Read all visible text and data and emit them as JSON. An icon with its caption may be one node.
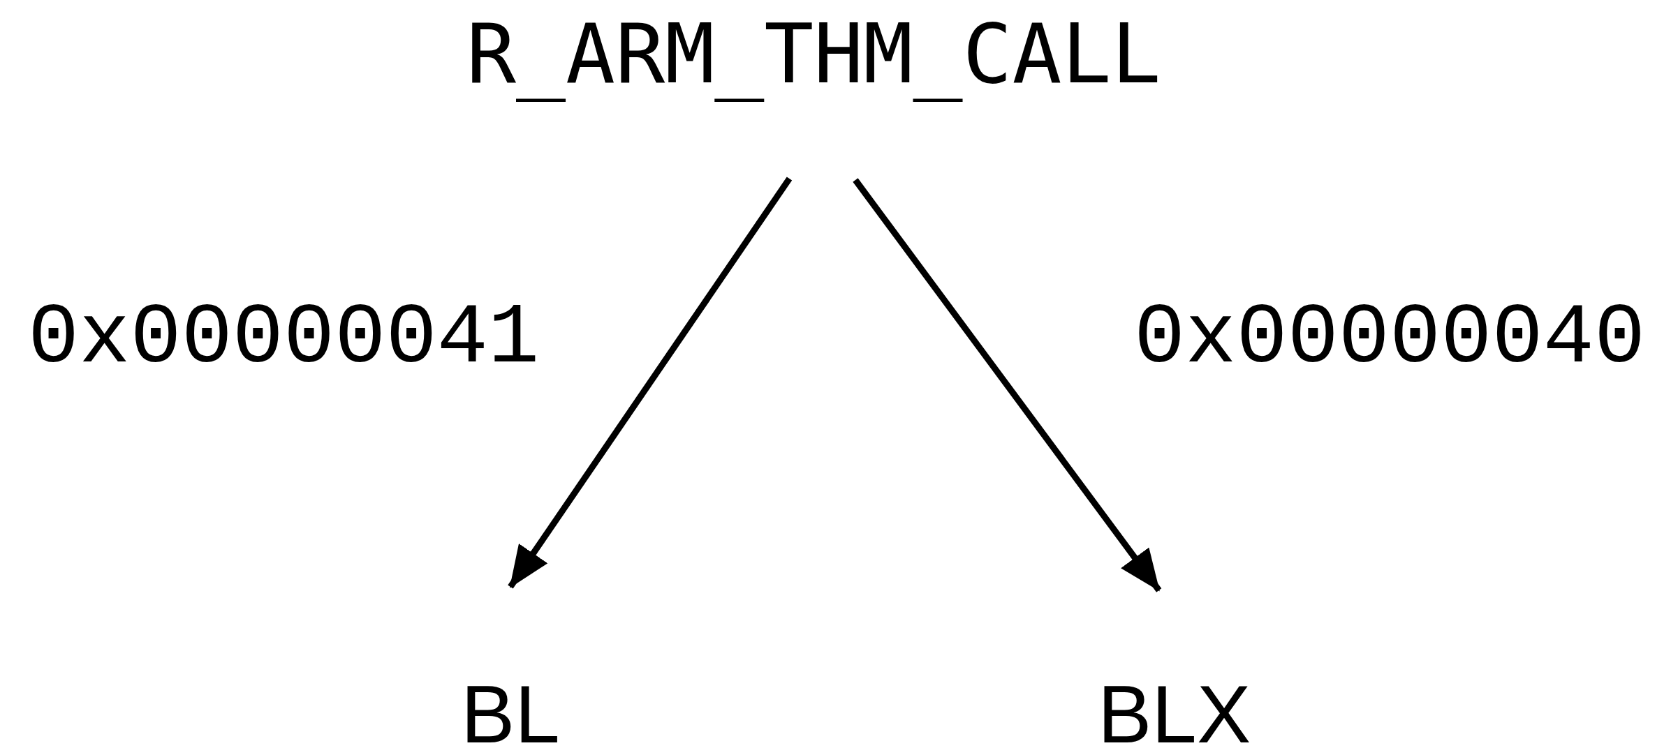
{
  "diagram": {
    "nodes": [
      {
        "text": [
          "R_ARM_THM_CALL"
        ]
      },
      {
        "text": [
          "BL"
        ]
      },
      {
        "text": [
          "BLX"
        ]
      }
    ],
    "edges": [
      {
        "from": 0,
        "to": 1,
        "arrow": "to",
        "label": "0x00000041"
      },
      {
        "from": 0,
        "to": 2,
        "arrow": "to",
        "label": "0x00000040"
      }
    ]
  }
}
